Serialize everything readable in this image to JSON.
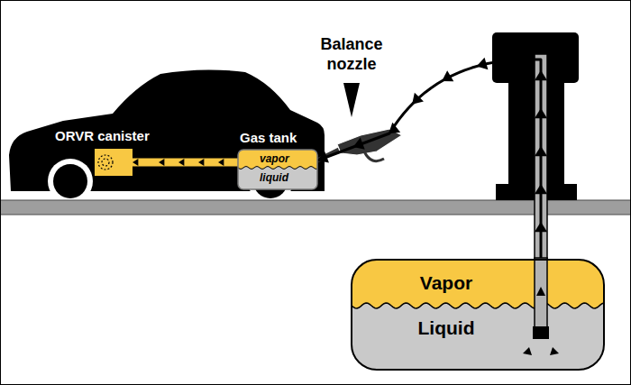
{
  "diagram": {
    "nodes": [
      {
        "text": [
          "ORVR canister"
        ]
      },
      {
        "text": [
          "Gas tank",
          "vapor",
          "liquid"
        ]
      },
      {
        "text": [
          "Vapor",
          "Liquid"
        ]
      }
    ],
    "edges": [
      {
        "from": 1,
        "to": 0,
        "arrow": "to"
      },
      {
        "from": 2,
        "to": 1,
        "arrow": "to"
      }
    ],
    "labels": [
      "Balance nozzle"
    ]
  }
}
